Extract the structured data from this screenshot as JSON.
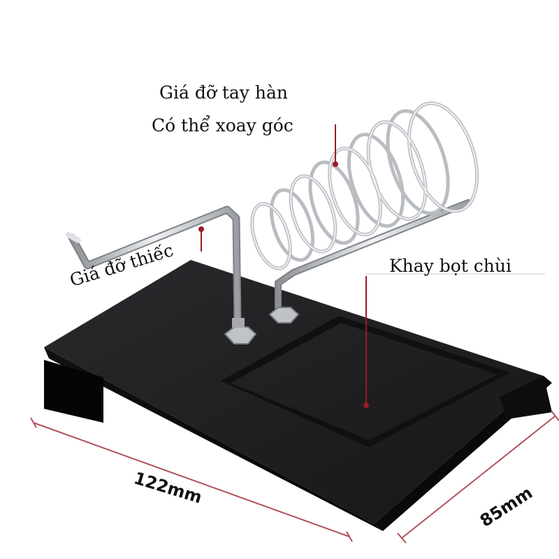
{
  "labels": {
    "iron_holder_line1": "Giá đỡ tay hàn",
    "iron_holder_line2": "Có thể xoay góc",
    "sponge_tray": "Khay bọt chùi",
    "solder_holder": "Giá đỡ thiếc"
  },
  "dimensions": {
    "length": "122mm",
    "width": "85mm"
  },
  "colors": {
    "base": "#1c1c1e",
    "base_edge": "#0c0c0d",
    "metal": "#c9ccd0",
    "leader_line": "#9b1b24"
  }
}
